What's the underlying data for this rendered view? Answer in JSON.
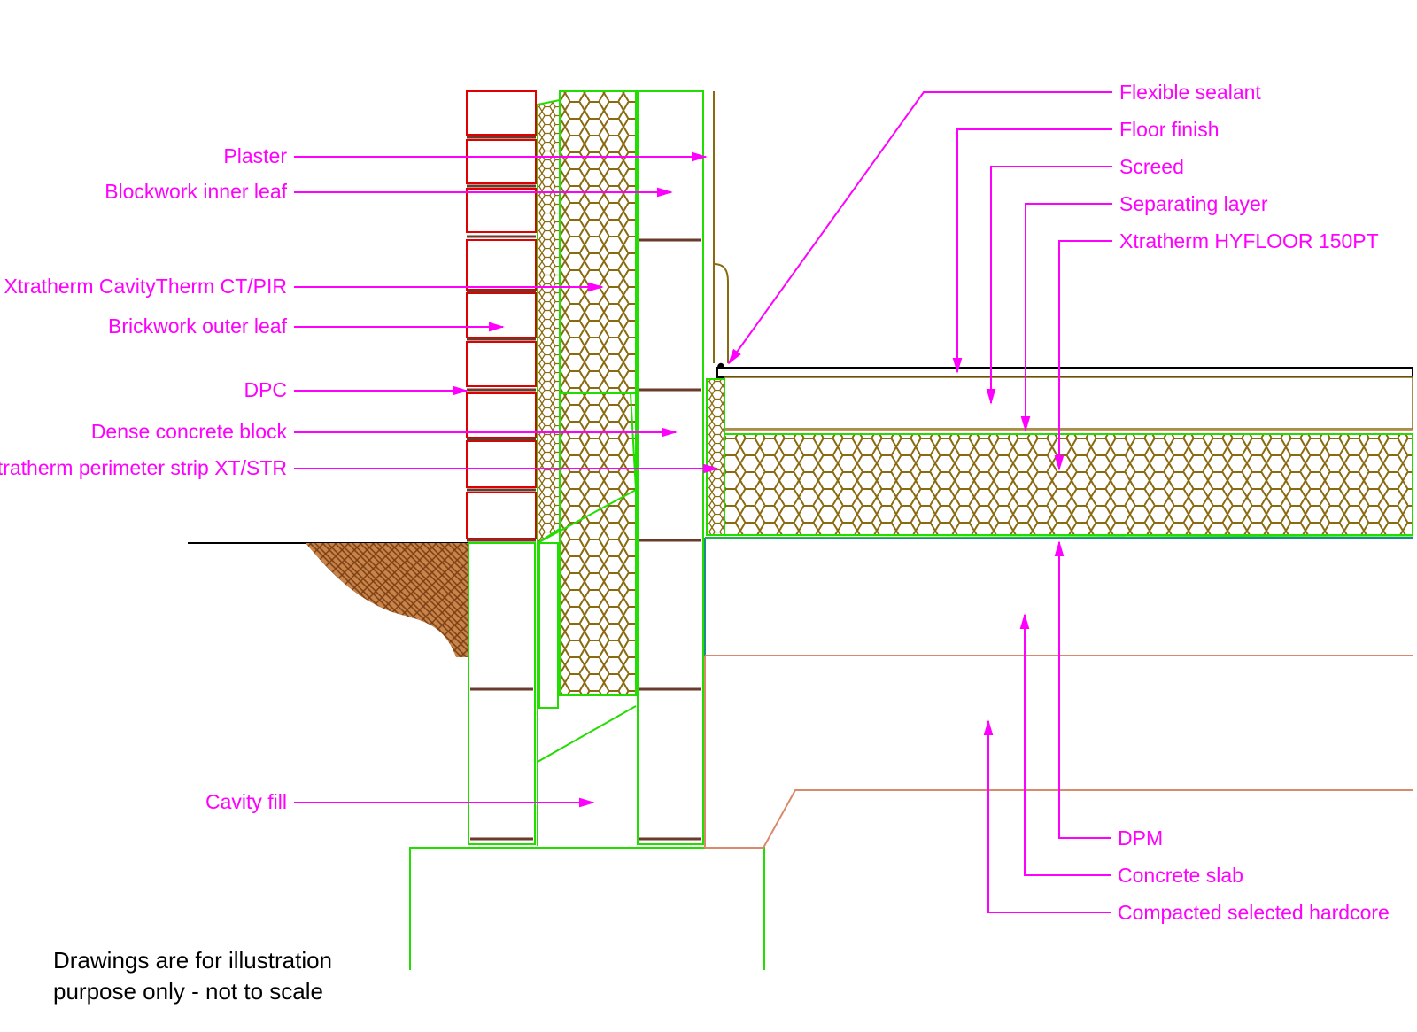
{
  "diagram": {
    "left_labels": {
      "plaster": "Plaster",
      "blockwork_inner": "Blockwork inner leaf",
      "cavitytherm": "Xtratherm CavityTherm CT/PIR",
      "brickwork_outer": "Brickwork outer leaf",
      "dpc": "DPC",
      "dense_block": "Dense concrete block",
      "perimeter_strip": "Xtratherm perimeter strip XT/STR",
      "cavity_fill": "Cavity fill"
    },
    "right_labels": {
      "flexible_sealant": "Flexible sealant",
      "floor_finish": "Floor finish",
      "screed": "Screed",
      "separating_layer": "Separating layer",
      "hyfloor": "Xtratherm HYFLOOR 150PT",
      "dpm": "DPM",
      "concrete_slab": "Concrete slab",
      "hardcore": "Compacted selected hardcore"
    },
    "note_line1": "Drawings are for illustration",
    "note_line2": "purpose only - not to scale",
    "colors": {
      "label": "#ff00ff",
      "brick": "#e00000",
      "insulation": "#22dd00",
      "honeycomb": "#8a6a10",
      "soil": "#b0652a",
      "slab": "#d88a6a",
      "dpm": "#1a8a8a"
    }
  }
}
